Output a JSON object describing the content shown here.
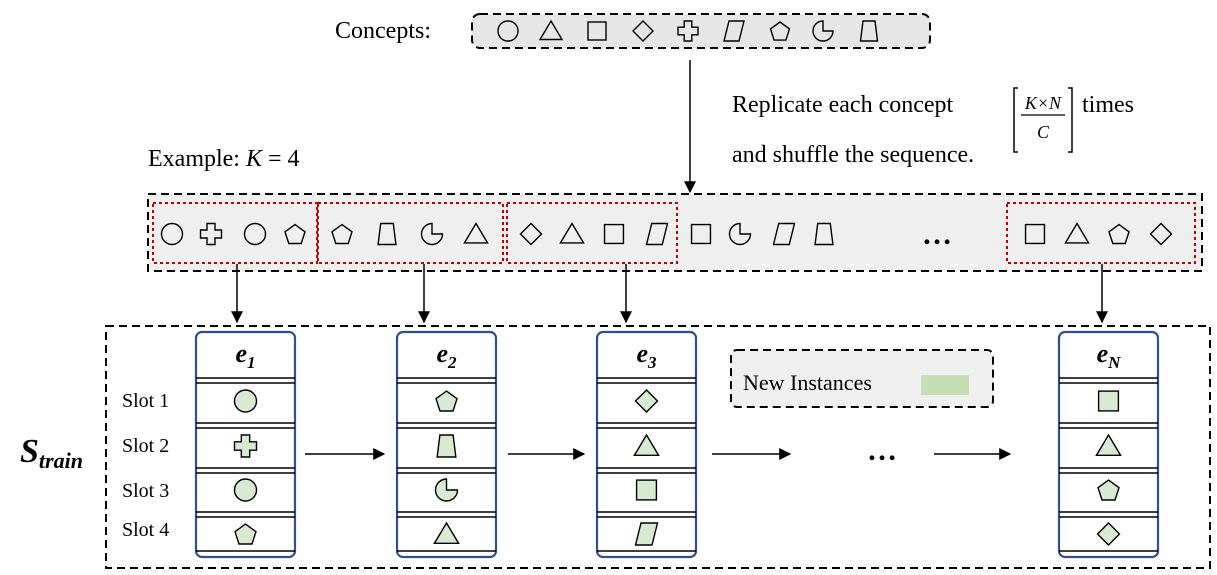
{
  "concepts": {
    "label": "Concepts:",
    "shapes": [
      "circle-icon",
      "triangle-icon",
      "square-icon",
      "diamond-icon",
      "cross-icon",
      "parallelogram-icon",
      "pentagon-icon",
      "pacman-icon",
      "trapezoid-icon"
    ]
  },
  "instruction": {
    "line1_prefix": "Replicate each concept",
    "line1_suffix": "times",
    "line2": "and shuffle the sequence.",
    "fraction_numerator": "K×N",
    "fraction_denominator": "C"
  },
  "example": {
    "prefix": "Example: ",
    "var": "K",
    "eq": " = 4"
  },
  "sequence": {
    "groups": [
      [
        "circle-icon",
        "cross-icon",
        "circle-icon",
        "pentagon-icon"
      ],
      [
        "pentagon-icon",
        "trapezoid-icon",
        "pacman-icon",
        "triangle-icon"
      ],
      [
        "diamond-icon",
        "triangle-icon",
        "square-icon",
        "parallelogram-icon"
      ]
    ],
    "rest": [
      "square-icon",
      "pacman-icon",
      "parallelogram-icon",
      "trapezoid-icon"
    ],
    "ellipsis": "…",
    "last_group": [
      "square-icon",
      "triangle-icon",
      "pentagon-icon",
      "diamond-icon"
    ]
  },
  "train": {
    "label_main": "S",
    "label_sub": "train",
    "slot_labels": [
      "Slot 1",
      "Slot 2",
      "Slot 3",
      "Slot 4"
    ],
    "episodes": [
      {
        "title_main": "e",
        "title_sub": "1",
        "shapes": [
          "circle-icon",
          "cross-icon",
          "circle-icon",
          "pentagon-icon"
        ]
      },
      {
        "title_main": "e",
        "title_sub": "2",
        "shapes": [
          "pentagon-icon",
          "trapezoid-icon",
          "pacman-icon",
          "triangle-icon"
        ]
      },
      {
        "title_main": "e",
        "title_sub": "3",
        "shapes": [
          "diamond-icon",
          "triangle-icon",
          "square-icon",
          "parallelogram-icon"
        ]
      },
      {
        "title_main": "e",
        "title_sub": "N",
        "shapes": [
          "square-icon",
          "triangle-icon",
          "pentagon-icon",
          "diamond-icon"
        ]
      }
    ],
    "ellipsis": "…",
    "legend_label": "New Instances"
  },
  "colors": {
    "episode_border": "#2f4f8f",
    "group_border": "#c00000",
    "shape_fill": "#d9ead3",
    "legend_swatch": "#c6e0b4",
    "seq_bg": "#efefef",
    "concept_bg": "#e6e6e6"
  }
}
